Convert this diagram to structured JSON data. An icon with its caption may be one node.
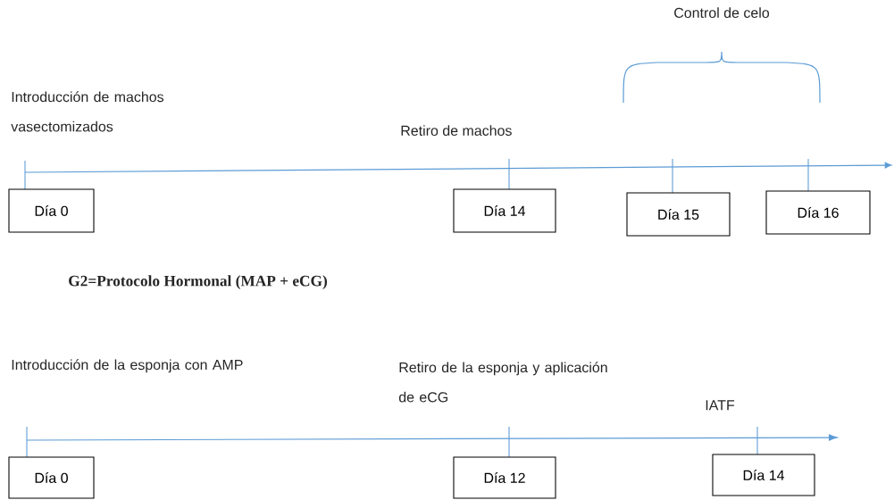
{
  "diagram": {
    "nodes": [
      {
        "text": [
          "Día 0"
        ]
      },
      {
        "text": [
          "Día 14"
        ]
      },
      {
        "text": [
          "Día 15"
        ]
      },
      {
        "text": [
          "Día 16"
        ]
      },
      {
        "text": [
          "Día 0"
        ]
      },
      {
        "text": [
          "Día 12"
        ]
      },
      {
        "text": [
          "Día 14"
        ]
      }
    ],
    "labels": [
      "Control de celo",
      "Introducción de machos vasectomizados",
      "Retiro de machos",
      "G2=Protocolo Hormonal (MAP + eCG)",
      "Introducción de la esponja con AMP",
      "Retiro de la esponja y aplicación de eCG",
      "IATF"
    ]
  }
}
